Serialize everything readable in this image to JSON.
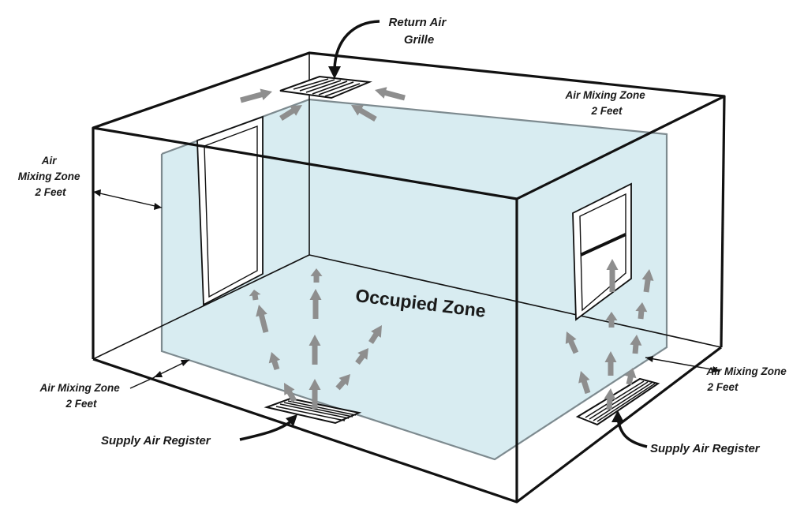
{
  "labels": {
    "return_air_grille": [
      "Return Air",
      "Grille"
    ],
    "mixing_top_right": [
      "Air Mixing Zone",
      "2 Feet"
    ],
    "mixing_left": [
      "Air",
      "Mixing Zone",
      "2 Feet"
    ],
    "mixing_bottom_left": [
      "Air Mixing Zone",
      "2 Feet"
    ],
    "mixing_right": [
      "Air Mixing Zone",
      "2 Feet"
    ],
    "occupied_zone": "Occupied Zone",
    "supply_left": "Supply Air Register",
    "supply_right": "Supply Air Register"
  },
  "colors": {
    "occupied_zone_fill": "#d8ecf1",
    "room_edge": "#111111",
    "airflow_arrow": "#8e8e8e",
    "background": "#ffffff"
  },
  "icons": {
    "airflow": "arrow-icon",
    "return_grille": "grille-icon",
    "supply_register": "register-icon",
    "door": "door-icon",
    "window": "window-icon"
  }
}
